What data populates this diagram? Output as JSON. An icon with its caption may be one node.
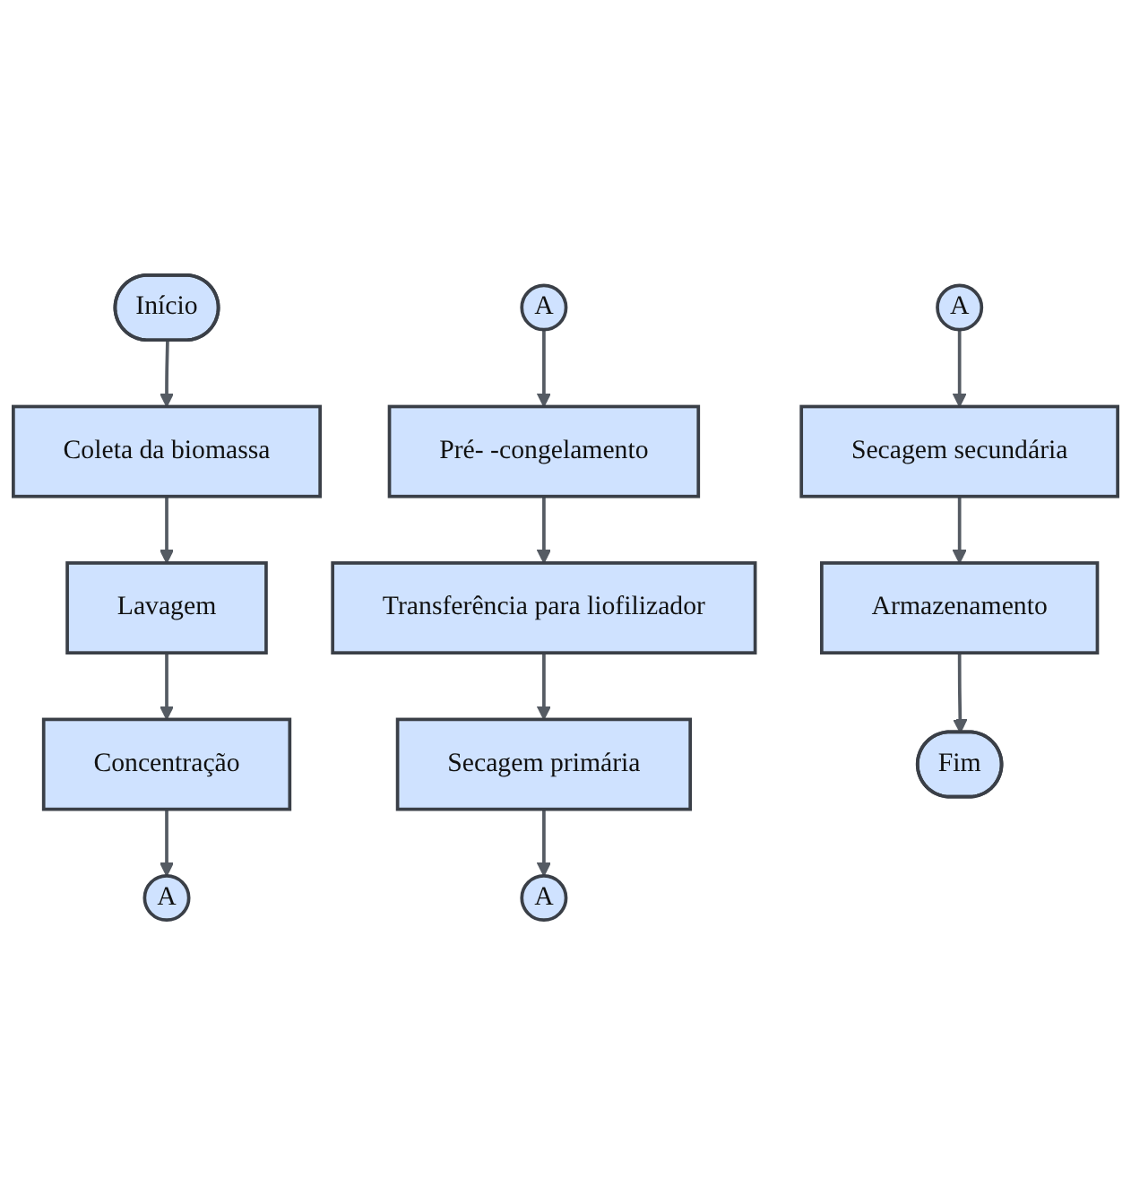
{
  "diagram": {
    "nodes": [
      {
        "text": [
          "Início"
        ]
      },
      {
        "text": [
          "Coleta da biomassa"
        ]
      },
      {
        "text": [
          "Lavagem"
        ]
      },
      {
        "text": [
          "Concentração"
        ]
      },
      {
        "text": [
          "A"
        ]
      },
      {
        "text": [
          "A"
        ]
      },
      {
        "text": [
          "Pré- -congelamento"
        ]
      },
      {
        "text": [
          "Transferência para liofilizador"
        ]
      },
      {
        "text": [
          "Secagem primária"
        ]
      },
      {
        "text": [
          "A"
        ]
      },
      {
        "text": [
          "A"
        ]
      },
      {
        "text": [
          "Secagem secundária"
        ]
      },
      {
        "text": [
          "Armazenamento"
        ]
      },
      {
        "text": [
          "Fim"
        ]
      }
    ],
    "edges": [
      {
        "from": 0,
        "to": 1,
        "arrow": "to"
      },
      {
        "from": 1,
        "to": 2,
        "arrow": "to"
      },
      {
        "from": 2,
        "to": 3,
        "arrow": "to"
      },
      {
        "from": 3,
        "to": 4,
        "arrow": "to"
      },
      {
        "from": 5,
        "to": 6,
        "arrow": "to"
      },
      {
        "from": 6,
        "to": 7,
        "arrow": "to"
      },
      {
        "from": 7,
        "to": 8,
        "arrow": "to"
      },
      {
        "from": 8,
        "to": 9,
        "arrow": "to"
      },
      {
        "from": 10,
        "to": 11,
        "arrow": "to"
      },
      {
        "from": 11,
        "to": 12,
        "arrow": "to"
      },
      {
        "from": 12,
        "to": 13,
        "arrow": "to"
      }
    ]
  }
}
